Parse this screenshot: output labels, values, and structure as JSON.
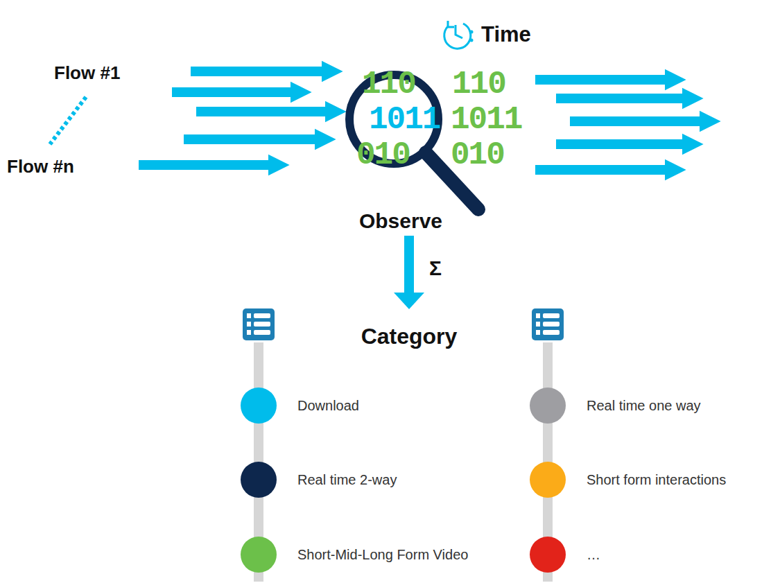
{
  "diagram": {
    "labels": [
      "Time",
      "Flow #1",
      "Flow #n",
      "110",
      "110",
      "1011",
      "1011",
      "010",
      "010",
      "Observe",
      "Σ",
      "Category"
    ],
    "legend": [
      {
        "text": "Download",
        "color": "#00bceb"
      },
      {
        "text": "Real time 2-way",
        "color": "#0d274d"
      },
      {
        "text": "Short-Mid-Long Form Video",
        "color": "#6cc04a"
      },
      {
        "text": "Real time one way",
        "color": "#9e9ea2"
      },
      {
        "text": "Short form interactions",
        "color": "#fbab18"
      },
      {
        "text": "…",
        "color": "#e2231a"
      }
    ]
  }
}
